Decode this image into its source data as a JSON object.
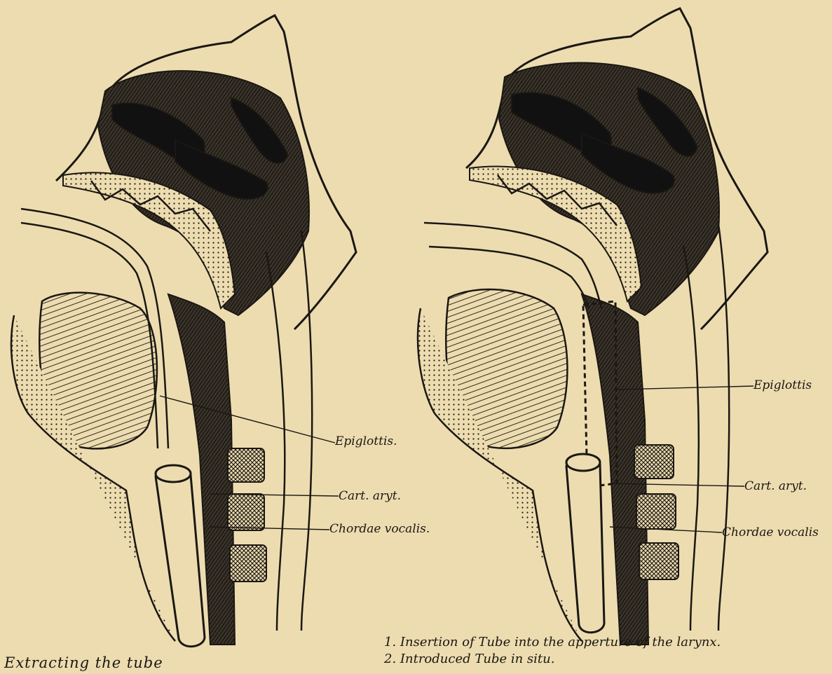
{
  "figure": {
    "left_caption": "Extracting the tube",
    "right_caption_1": "1. Insertion of Tube into the apperture of the larynx.",
    "right_caption_2": "2. Introduced Tube in situ.",
    "labels": {
      "left": {
        "epiglottis": "Epiglottis.",
        "cart_aryt": "Cart. aryt.",
        "chordae_vocalis": "Chordae vocalis."
      },
      "right": {
        "epiglottis": "Epiglottis",
        "cart_aryt": "Cart. aryt.",
        "chordae_vocalis": "Chordae vocalis"
      }
    }
  },
  "colors": {
    "paper": "#ecdcb0",
    "ink": "#1b1712"
  }
}
